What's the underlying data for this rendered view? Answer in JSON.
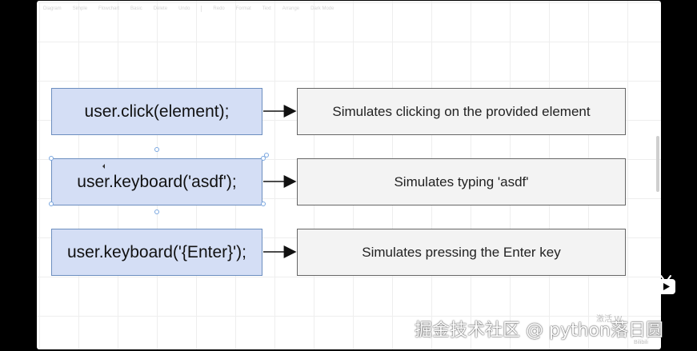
{
  "toolbar": {
    "items": [
      "Diagram",
      "Simple",
      "Flowchart",
      "Basic",
      "Delete",
      "Undo",
      "Redo",
      "Format",
      "Text",
      "Arrange",
      "Dark Mode"
    ]
  },
  "rows": [
    {
      "code": "user.click(element);",
      "description": "Simulates clicking on the provided element"
    },
    {
      "code": "user.keyboard('asdf');",
      "description": "Simulates typing 'asdf'"
    },
    {
      "code": "user.keyboard('{Enter}');",
      "description": "Simulates pressing the Enter key"
    }
  ],
  "watermark": "掘金技术社区 @ python落日圆",
  "activate_windows": "激活 W",
  "zoom_label": "Bilibili",
  "colors": {
    "code_box_fill": "#d4def5",
    "code_box_border": "#6c8ebf",
    "desc_box_fill": "#f3f3f3",
    "desc_box_border": "#666666",
    "background_frame": "#000000"
  },
  "icons": [
    "bilibili-tv-icon"
  ]
}
